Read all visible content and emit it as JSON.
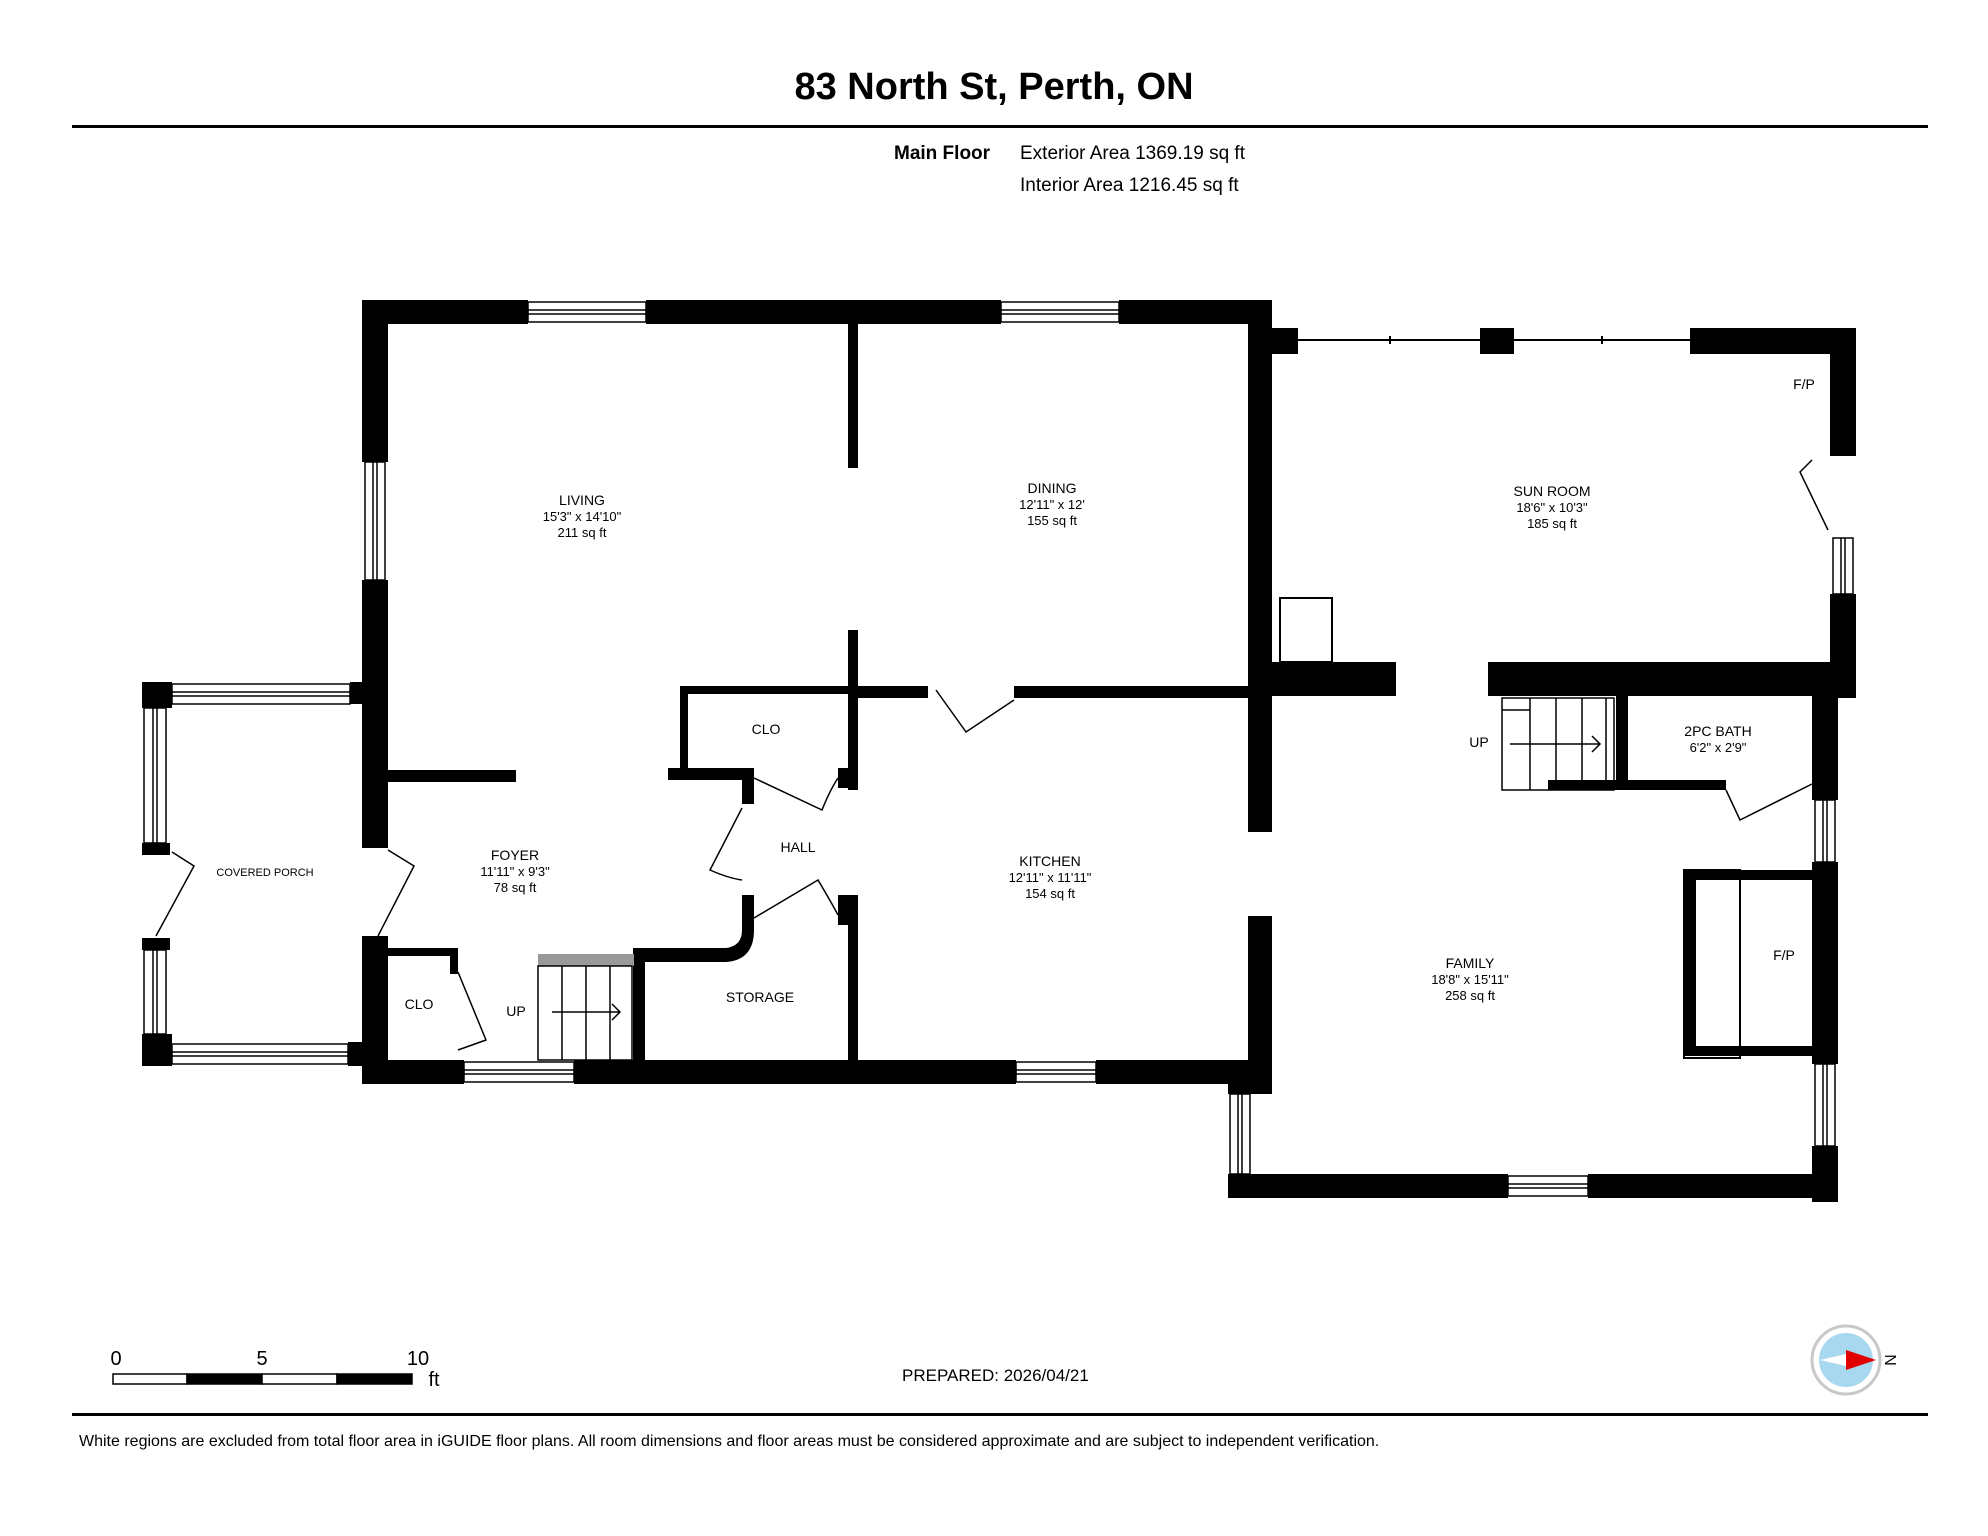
{
  "title": "83 North St, Perth, ON",
  "floor": {
    "name": "Main Floor",
    "exterior_area": "Exterior Area 1369.19 sq ft",
    "interior_area": "Interior Area 1216.45 sq ft"
  },
  "rooms": {
    "living": {
      "name": "LIVING",
      "dims": "15'3\" x 14'10\"",
      "area": "211 sq ft"
    },
    "dining": {
      "name": "DINING",
      "dims": "12'11\" x 12'",
      "area": "155 sq ft"
    },
    "sunroom": {
      "name": "SUN ROOM",
      "dims": "18'6\" x 10'3\"",
      "area": "185 sq ft"
    },
    "bath": {
      "name": "2PC BATH",
      "dims": "6'2\" x 2'9\""
    },
    "foyer": {
      "name": "FOYER",
      "dims": "11'11\" x 9'3\"",
      "area": "78 sq ft"
    },
    "kitchen": {
      "name": "KITCHEN",
      "dims": "12'11\" x 11'11\"",
      "area": "154 sq ft"
    },
    "family": {
      "name": "FAMILY",
      "dims": "18'8\" x 15'11\"",
      "area": "258 sq ft"
    },
    "hall": {
      "name": "HALL"
    },
    "storage": {
      "name": "STORAGE"
    },
    "porch": {
      "name": "COVERED PORCH"
    },
    "closet1": {
      "name": "CLO"
    },
    "closet2": {
      "name": "CLO"
    }
  },
  "labels": {
    "up1": "UP",
    "up2": "UP",
    "fp1": "F/P",
    "fp2": "F/P"
  },
  "scale": {
    "t0": "0",
    "t5": "5",
    "t10": "10",
    "unit": "ft"
  },
  "compass": {
    "label": "N"
  },
  "prepared": "PREPARED: 2026/04/21",
  "footnote": "White regions are excluded from total floor area in iGUIDE floor plans. All room dimensions and floor areas must be considered approximate and are subject to independent verification.",
  "colors": {
    "wall": "#000000",
    "compass_ring": "#c8c8c8",
    "compass_fill": "#a8d8f0",
    "compass_needle": "#e00000"
  }
}
